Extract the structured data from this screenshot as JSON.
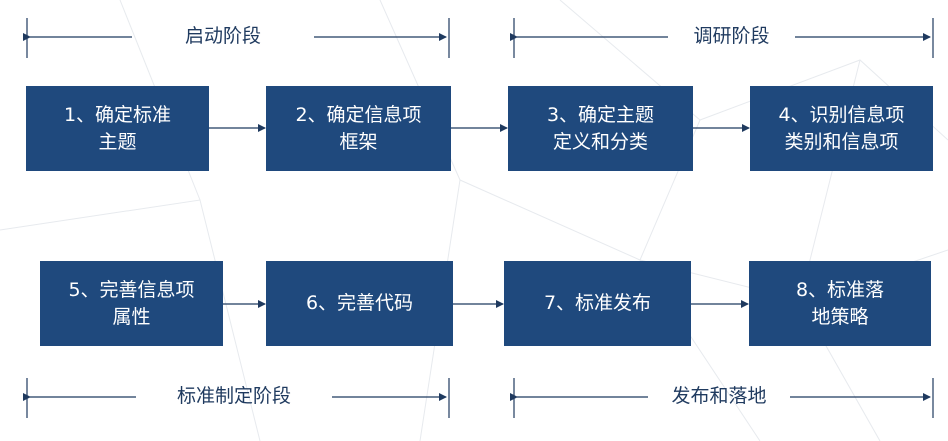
{
  "phases": [
    {
      "label": "启动阶段"
    },
    {
      "label": "调研阶段"
    },
    {
      "label": "标准制定阶段"
    },
    {
      "label": "发布和落地"
    }
  ],
  "steps": [
    {
      "label": "1、确定标准\n主题"
    },
    {
      "label": "2、确定信息项\n框架"
    },
    {
      "label": "3、确定主题\n定义和分类"
    },
    {
      "label": "4、识别信息项\n类别和信息项"
    },
    {
      "label": "5、完善信息项\n属性"
    },
    {
      "label": "6、完善代码"
    },
    {
      "label": "7、标准发布"
    },
    {
      "label": "8、标准落\n地策略"
    }
  ],
  "colors": {
    "box": "#1f497d",
    "line": "#1f3a5f",
    "text": "#ffffff"
  }
}
